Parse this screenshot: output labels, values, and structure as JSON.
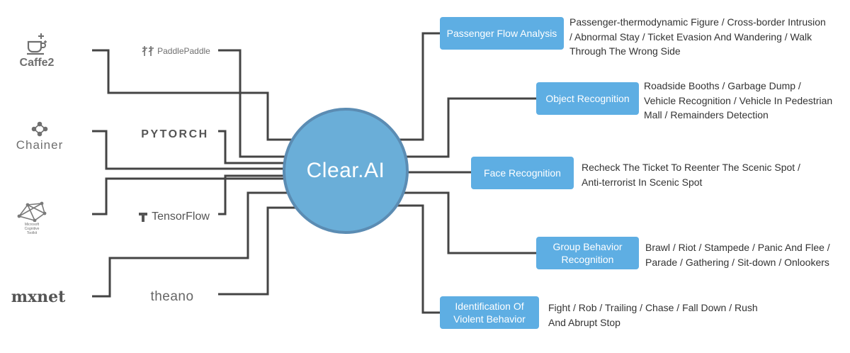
{
  "hub": {
    "label": "Clear.AI"
  },
  "frameworks": [
    {
      "id": "caffe2",
      "label": "Caffe2",
      "icon": "caffe2-cup-icon"
    },
    {
      "id": "paddlepaddle",
      "label": "PaddlePaddle",
      "icon": "paddlepaddle-logo-icon"
    },
    {
      "id": "chainer",
      "label": "Chainer",
      "icon": "chainer-molecule-icon"
    },
    {
      "id": "pytorch",
      "label": "PYTORCH",
      "icon": "pytorch-flame-icon"
    },
    {
      "id": "cntk",
      "label": "Microsoft Cognitive Toolkit",
      "icon": "cntk-mesh-icon"
    },
    {
      "id": "tensorflow",
      "label": "TensorFlow",
      "icon": "tensorflow-logo-icon"
    },
    {
      "id": "mxnet",
      "label": "mxnet",
      "icon": "mxnet-logo-icon"
    },
    {
      "id": "theano",
      "label": "theano",
      "icon": ""
    }
  ],
  "applications": [
    {
      "id": "passenger-flow",
      "label": "Passenger Flow Analysis",
      "lines": [
        "Passenger-thermodynamic Figure / Cross-border Intrusion",
        "/ Abnormal Stay / Ticket Evasion And Wandering / Walk",
        "Through The Wrong Side"
      ]
    },
    {
      "id": "object-recognition",
      "label": "Object Recognition",
      "lines": [
        "Roadside Booths / Garbage Dump /",
        "Vehicle Recognition / Vehicle In Pedestrian",
        "Mall / Remainders Detection"
      ]
    },
    {
      "id": "face-recognition",
      "label": "Face Recognition",
      "lines": [
        "Recheck The Ticket To Reenter The Scenic Spot /",
        "Anti-terrorist In Scenic Spot"
      ]
    },
    {
      "id": "group-behavior",
      "label": "Group Behavior Recognition",
      "label_lines": [
        "Group Behavior",
        "Recognition"
      ],
      "lines": [
        "Brawl / Riot / Stampede / Panic And Flee /",
        "Parade / Gathering / Sit-down / Onlookers"
      ]
    },
    {
      "id": "violent-behavior",
      "label": "Identification Of Violent Behavior",
      "label_lines": [
        "Identification Of",
        "Violent Behavior"
      ],
      "lines": [
        "Fight / Rob / Trailing / Chase / Fall Down / Rush",
        "And Abrupt Stop"
      ]
    }
  ],
  "colors": {
    "hub_fill": "#6aaed8",
    "hub_border": "#5b8cb3",
    "box_fill": "#5eaee3",
    "connector": "#444444",
    "logo_text": "#6f6f6f"
  }
}
